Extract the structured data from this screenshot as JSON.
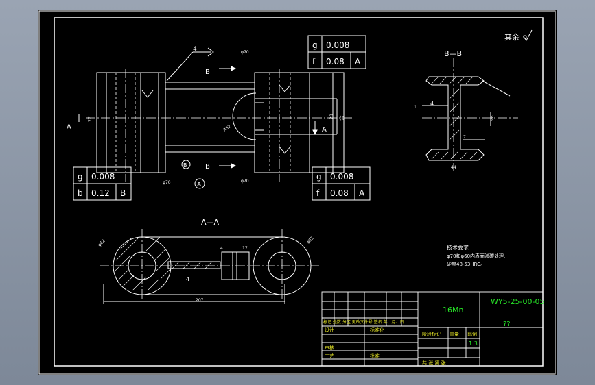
{
  "drawing": {
    "finish_note": "其余",
    "sections": {
      "bb": "B—B",
      "aa": "A—A"
    },
    "section_letters": {
      "a": "A",
      "b": "B"
    },
    "weld_mark": "4",
    "datum_a": "A",
    "datum_b": "B",
    "dims": {
      "d77_left": "77",
      "d77_right": "77",
      "d28": "28",
      "d52": "R52",
      "d207": "207",
      "d4": "4",
      "d17": "17",
      "d44": "44",
      "phi62": "φ62",
      "phi70a": "φ70",
      "phi70b": "φ70",
      "phi70c": "φ70",
      "phi62b": "φ62",
      "d98": "98",
      "dim7": "7",
      "dim1": "1"
    },
    "tol_top": [
      {
        "sym": "g",
        "val": "0.008",
        "ref": ""
      },
      {
        "sym": "f",
        "val": "0.08",
        "ref": "A"
      }
    ],
    "tol_left": [
      {
        "sym": "g",
        "val": "0.008",
        "ref": ""
      },
      {
        "sym": "b",
        "val": "0.12",
        "ref": "B"
      }
    ],
    "tol_right": [
      {
        "sym": "g",
        "val": "0.008",
        "ref": ""
      },
      {
        "sym": "f",
        "val": "0.08",
        "ref": "A"
      }
    ],
    "tech_req": {
      "title": "技术要求:",
      "line1": "φ70和φ60内表面渗碳处理,",
      "line2": "硬度48-53HRC。"
    }
  },
  "title_block": {
    "material": "16Mn",
    "drawing_no": "WY5-25-00-05",
    "part_name": "??",
    "row_marks": "标记  处数  分区  更改文件号  签名  年、月、日",
    "design": "设计",
    "standardize": "标准化",
    "review": "审核",
    "process": "工艺",
    "approve": "批准",
    "stage": "阶段标记",
    "weight": "重量",
    "scale_label": "比例",
    "scale": "1:3",
    "sheets": "共  张  第  张"
  }
}
